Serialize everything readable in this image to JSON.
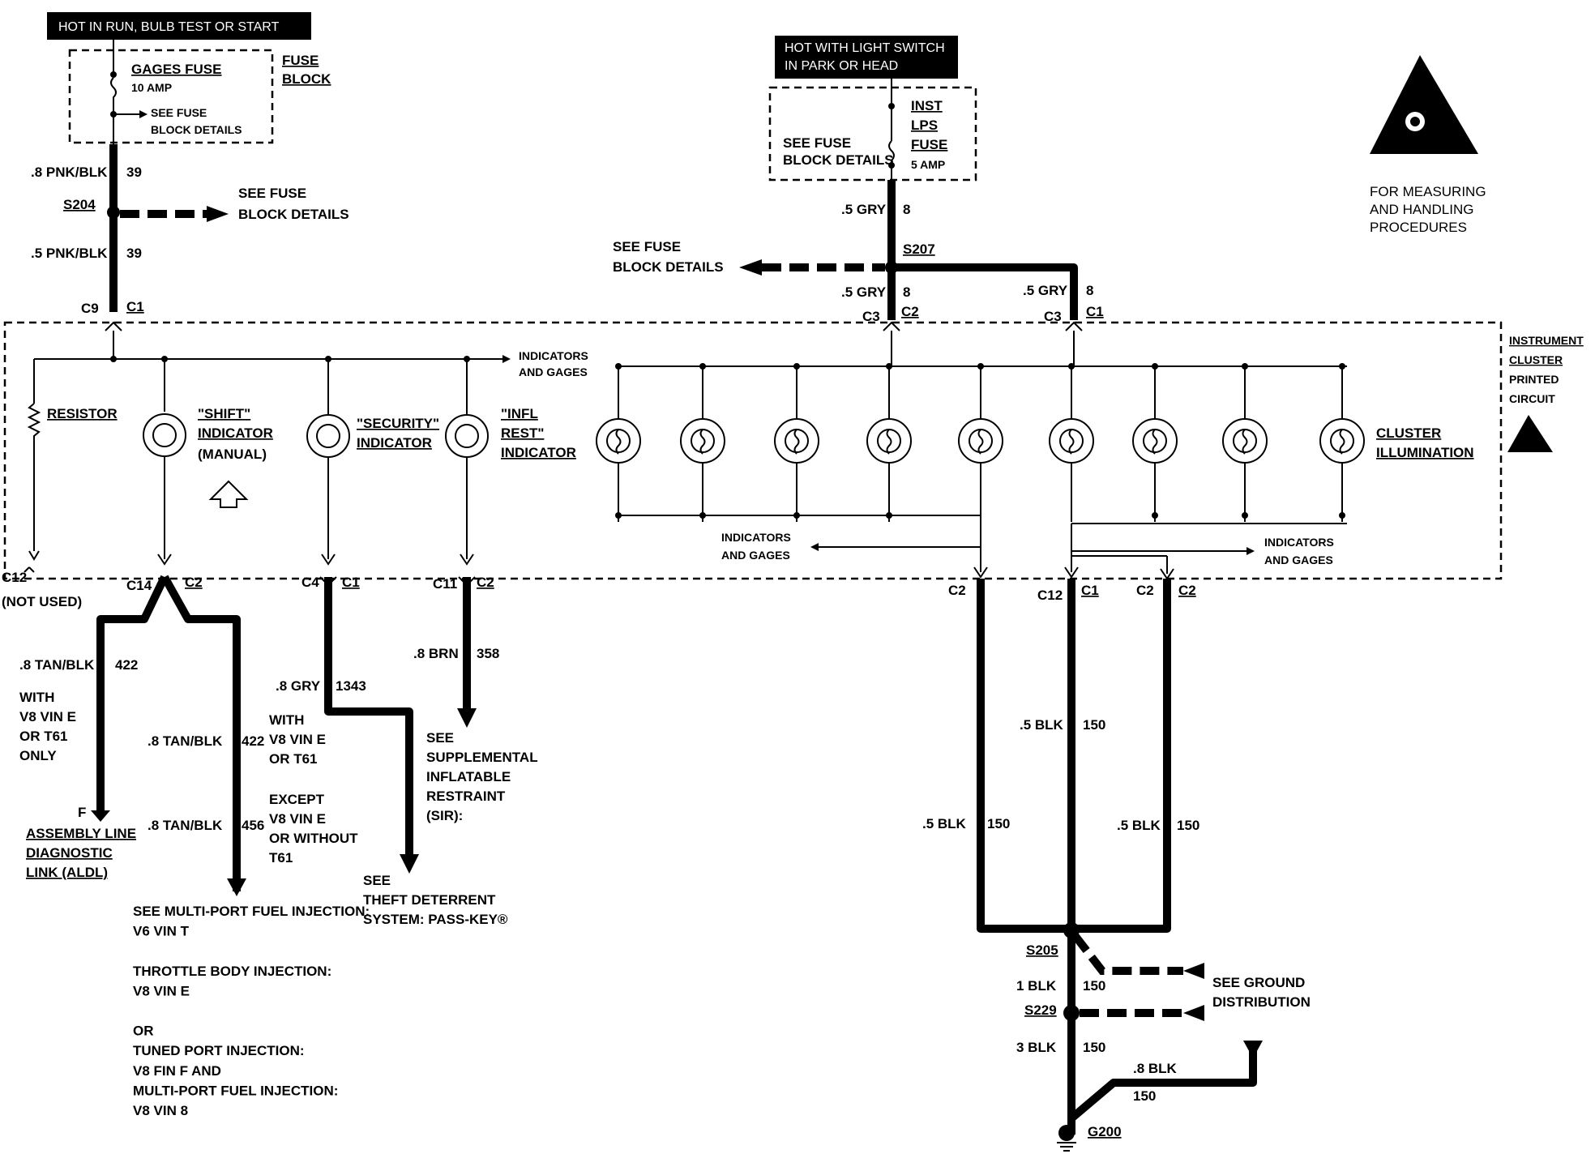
{
  "labels": {
    "hot_run": "HOT IN RUN, BULB TEST OR START",
    "hot_light": [
      "HOT WITH LIGHT SWITCH",
      "IN PARK OR HEAD"
    ],
    "fuse_block": [
      "FUSE",
      "BLOCK"
    ],
    "gages_fuse": "GAGES FUSE",
    "gages_amp": "10 AMP",
    "see_fuse_small": [
      "SEE FUSE",
      "BLOCK DETAILS"
    ],
    "inst_fuse": [
      "INST",
      "LPS",
      "FUSE"
    ],
    "inst_amp": "5 AMP",
    "see_fuse_inst": [
      "SEE FUSE",
      "BLOCK DETAILS"
    ],
    "esd_note": [
      "FOR MEASURING",
      "AND HANDLING",
      "PROCEDURES"
    ],
    "wire_pnk_top": ".8 PNK/BLK",
    "wire_pnk_top_num": "39",
    "s204": "S204",
    "see_fuse_s204": [
      "SEE FUSE",
      "BLOCK DETAILS"
    ],
    "wire_pnk_bot": ".5 PNK/BLK",
    "wire_pnk_bot_num": "39",
    "c9": "C9",
    "c1_left": "C1",
    "wire_gry_top": ".5 GRY",
    "wire_gry_top_num": "8",
    "s207": "S207",
    "see_fuse_s207": [
      "SEE FUSE",
      "BLOCK DETAILS"
    ],
    "wire_gry_c2": ".5 GRY",
    "wire_gry_c2_num": "8",
    "c3_a": "C3",
    "c2_a": "C2",
    "wire_gry_c1": ".5 GRY",
    "wire_gry_c1_num": "8",
    "c3_b": "C3",
    "c1_b": "C1",
    "cluster_title": [
      "INSTRUMENT",
      "CLUSTER",
      "PRINTED",
      "CIRCUIT"
    ],
    "indicators_gages_top": [
      "INDICATORS",
      "AND GAGES"
    ],
    "resistor": "RESISTOR",
    "shift": [
      "\"SHIFT\"",
      "INDICATOR",
      "(MANUAL)"
    ],
    "security": [
      "\"SECURITY\"",
      "INDICATOR"
    ],
    "infl": [
      "\"INFL",
      "REST\"",
      "INDICATOR"
    ],
    "cluster_illum": [
      "CLUSTER",
      "ILLUMINATION"
    ],
    "indicators_gages_left": [
      "INDICATORS",
      "AND GAGES"
    ],
    "indicators_gages_right": [
      "INDICATORS",
      "AND GAGES"
    ],
    "c12_left": "C12",
    "not_used": "(NOT USED)",
    "c14": "C14",
    "c2_shift": "C2",
    "c4": "C4",
    "c1_sec": "C1",
    "c11": "C11",
    "c2_infl": "C2",
    "c2_g1": "C2",
    "c12_g2": "C12",
    "c1_g2": "C1",
    "c2_g3a": "C2",
    "c2_g3b": "C2",
    "wire_tan_a": ".8 TAN/BLK",
    "wire_tan_a_num": "422",
    "with_v8": [
      "WITH",
      "V8 VIN E",
      "OR T61",
      "ONLY"
    ],
    "aldl_pin": "F",
    "aldl": [
      "ASSEMBLY LINE",
      "DIAGNOSTIC",
      "LINK (ALDL)"
    ],
    "wire_tan_b": ".8 TAN/BLK",
    "wire_tan_b_num": "422",
    "wire_tan_c": ".8 TAN/BLK",
    "wire_tan_c_num": "456",
    "with_v8_b": [
      "WITH",
      "V8 VIN E",
      "OR T61"
    ],
    "except_v8": [
      "EXCEPT",
      "V8 VIN E",
      "OR WITHOUT",
      "T61"
    ],
    "wire_gry_sec": ".8 GRY",
    "wire_gry_sec_num": "1343",
    "wire_brn": ".8 BRN",
    "wire_brn_num": "358",
    "see_sir": [
      "SEE",
      "SUPPLEMENTAL",
      "INFLATABLE",
      "RESTRAINT",
      "(SIR):"
    ],
    "see_theft": [
      "SEE",
      "THEFT DETERRENT",
      "SYSTEM: PASS-KEY®"
    ],
    "see_mpfi": [
      "SEE MULTI-PORT FUEL INJECTION:",
      "V6 VIN T",
      "",
      "THROTTLE BODY INJECTION:",
      "V8 VIN E",
      "",
      "OR",
      "TUNED PORT INJECTION:",
      "V8 FIN F AND",
      "MULTI-PORT FUEL INJECTION:",
      "V8 VIN 8"
    ],
    "wire_blk_mid": ".5 BLK",
    "wire_blk_mid_num": "150",
    "wire_blk_left": ".5 BLK",
    "wire_blk_left_num": "150",
    "wire_blk_right": ".5 BLK",
    "wire_blk_right_num": "150",
    "s205": "S205",
    "wire_1blk": "1 BLK",
    "wire_1blk_num": "150",
    "s229": "S229",
    "see_ground": [
      "SEE GROUND",
      "DISTRIBUTION"
    ],
    "wire_3blk": "3 BLK",
    "wire_3blk_num": "150",
    "wire_8blk": ".8 BLK",
    "wire_8blk_num": "150",
    "g200": "G200"
  }
}
